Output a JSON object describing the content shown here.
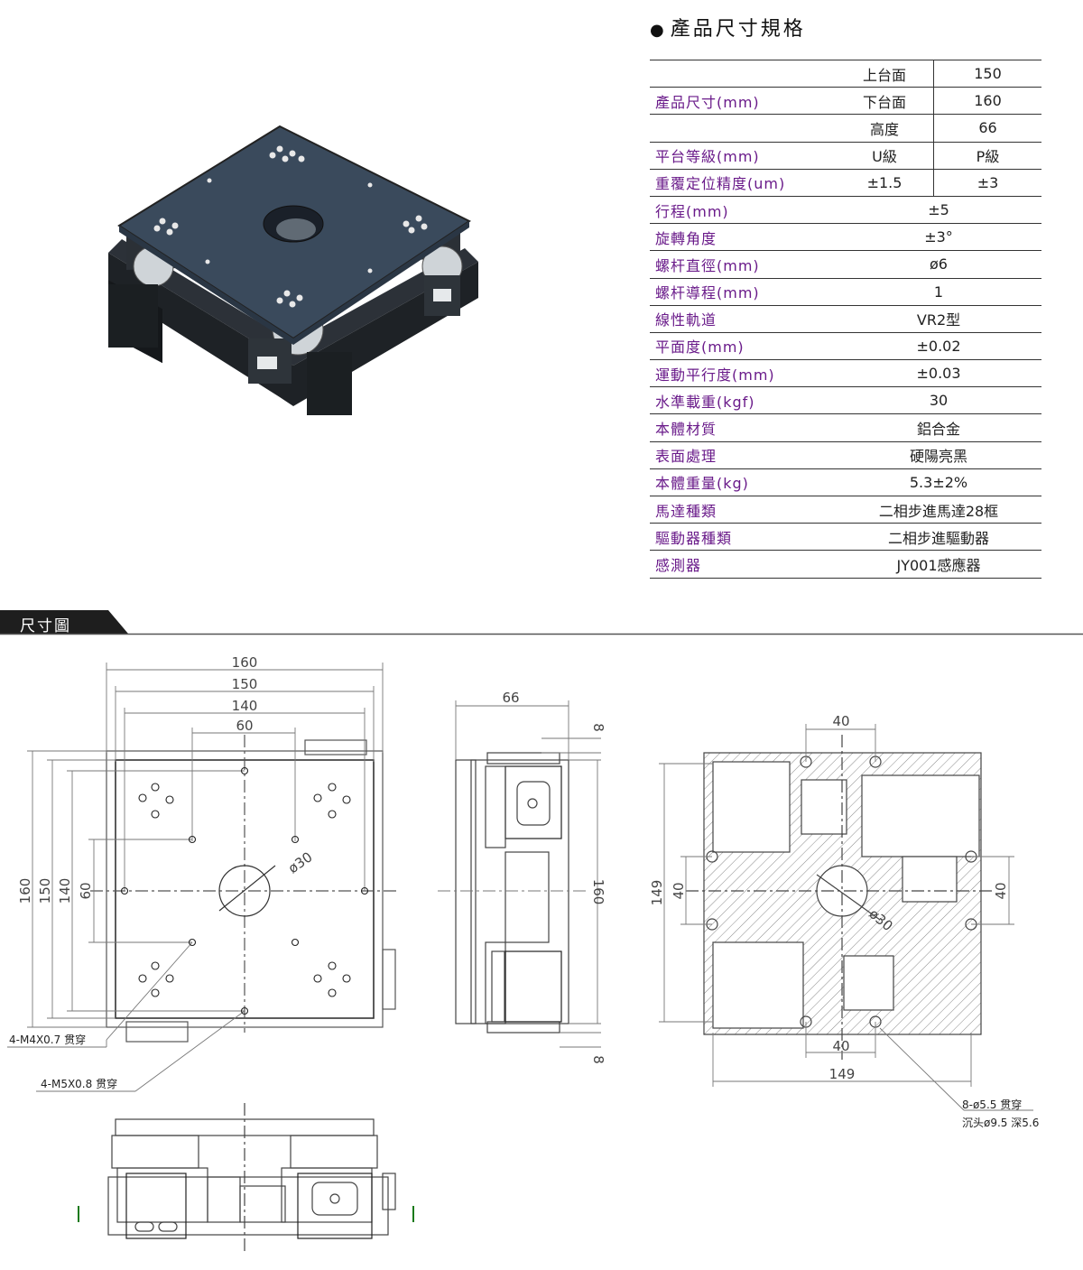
{
  "spec": {
    "heading": "產品尺寸規格",
    "rows": [
      {
        "label": "",
        "c1": "上台面",
        "c2": "150"
      },
      {
        "label": "產品尺寸(mm)",
        "c1": "下台面",
        "c2": "160"
      },
      {
        "label": "",
        "c1": "高度",
        "c2": "66"
      },
      {
        "label": "平台等級(mm)",
        "c1": "U級",
        "c2": "P級"
      },
      {
        "label": "重覆定位精度(um)",
        "c1": "±1.5",
        "c2": "±3"
      },
      {
        "label": "行程(mm)",
        "value": "±5"
      },
      {
        "label": "旋轉角度",
        "value": "±3°"
      },
      {
        "label": "螺杆直徑(mm)",
        "value": "ø6"
      },
      {
        "label": "螺杆導程(mm)",
        "value": "1"
      },
      {
        "label": "線性軌道",
        "value": "VR2型"
      },
      {
        "label": "平面度(mm)",
        "value": "±0.02"
      },
      {
        "label": "運動平行度(mm)",
        "value": "±0.03"
      },
      {
        "label": "水準載重(kgf)",
        "value": "30"
      },
      {
        "label": "本體材質",
        "value": "鋁合金"
      },
      {
        "label": "表面處理",
        "value": "硬陽亮黑"
      },
      {
        "label": "本體重量(kg)",
        "value": "5.3±2%"
      },
      {
        "label": "馬達種類",
        "value": "二相步進馬達28框"
      },
      {
        "label": "驅動器種類",
        "value": "二相步進驅動器"
      },
      {
        "label": "感測器",
        "value": "JY001感應器"
      }
    ]
  },
  "section": {
    "title": "尺寸圖"
  },
  "drawing": {
    "top_view": {
      "dim_160": "160",
      "dim_150": "150",
      "dim_140": "140",
      "dim_60": "60",
      "dim_v160": "160",
      "dim_v150": "150",
      "dim_v140": "140",
      "dim_v60": "60",
      "bore": "ø30",
      "note_m4": "4-M4X0.7 贯穿",
      "note_m5": "4-M5X0.8 贯穿"
    },
    "side_view": {
      "dim_66": "66",
      "dim_8_top": "8",
      "dim_160": "160",
      "dim_8_bottom": "8"
    },
    "bottom_view": {
      "dim_40_top": "40",
      "dim_149_left": "149",
      "dim_40_left": "40",
      "dim_40_right": "40",
      "bore": "ø30",
      "dim_40_bottom": "40",
      "dim_149_bottom": "149",
      "note_holes_1": "8-ø5.5 贯穿",
      "note_holes_2": "沉头ø9.5 深5.6"
    }
  },
  "colors": {
    "label": "#6a1b8a",
    "plate": "#3a4a5c",
    "hatch": "#888888"
  }
}
